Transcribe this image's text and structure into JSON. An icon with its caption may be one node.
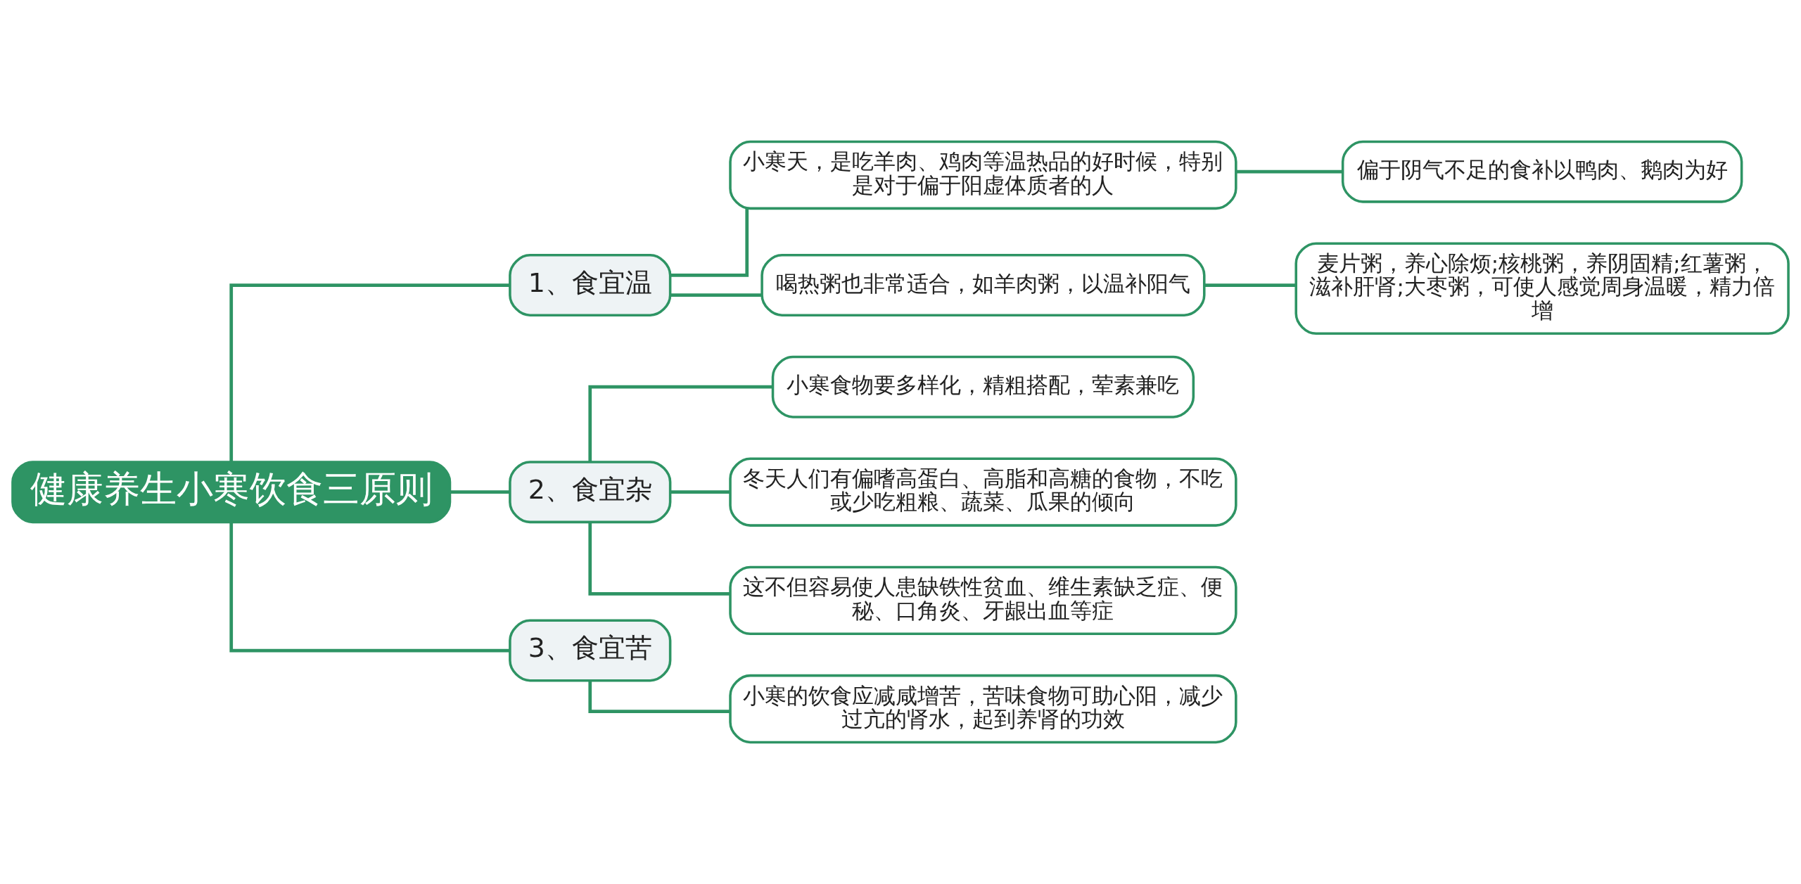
{
  "diagram": {
    "nodes": [
      {
        "text": [
          "健康养生小寒饮食三原则"
        ]
      },
      {
        "text": [
          "1、食宜温"
        ]
      },
      {
        "text": [
          "小寒天，是吃羊肉、鸡肉等温热品的好时候，特别是对于偏于阳虚体质者的人"
        ]
      },
      {
        "text": [
          "偏于阴气不足的食补以鸭肉、鹅肉为好"
        ]
      },
      {
        "text": [
          "喝热粥也非常适合，如羊肉粥，以温补阳气"
        ]
      },
      {
        "text": [
          "麦片粥，养心除烦;核桃粥，养阴固精;红薯粥，滋补肝肾;大枣粥，可使人感觉周身温暖，精力倍增"
        ]
      },
      {
        "text": [
          "2、食宜杂"
        ]
      },
      {
        "text": [
          "小寒食物要多样化，精粗搭配，荤素兼吃"
        ]
      },
      {
        "text": [
          "冬天人们有偏嗜高蛋白、高脂和高糖的食物，不吃或少吃粗粮、蔬菜、瓜果的倾向"
        ]
      },
      {
        "text": [
          "这不但容易使人患缺铁性贫血、维生素缺乏症、便秘、口角炎、牙龈出血等症"
        ]
      },
      {
        "text": [
          "3、食宜苦"
        ]
      },
      {
        "text": [
          "小寒的饮食应减咸增苦，苦味食物可助心阳，减少过亢的肾水，起到养肾的功效"
        ]
      }
    ],
    "edges": [
      {
        "from": 0,
        "to": 1,
        "arrow": "none"
      },
      {
        "from": 1,
        "to": 2,
        "arrow": "none"
      },
      {
        "from": 2,
        "to": 3,
        "arrow": "none"
      },
      {
        "from": 1,
        "to": 4,
        "arrow": "none"
      },
      {
        "from": 4,
        "to": 5,
        "arrow": "none"
      },
      {
        "from": 0,
        "to": 6,
        "arrow": "none"
      },
      {
        "from": 6,
        "to": 7,
        "arrow": "none"
      },
      {
        "from": 6,
        "to": 8,
        "arrow": "none"
      },
      {
        "from": 6,
        "to": 9,
        "arrow": "none"
      },
      {
        "from": 0,
        "to": 10,
        "arrow": "none"
      },
      {
        "from": 10,
        "to": 11,
        "arrow": "none"
      }
    ]
  }
}
